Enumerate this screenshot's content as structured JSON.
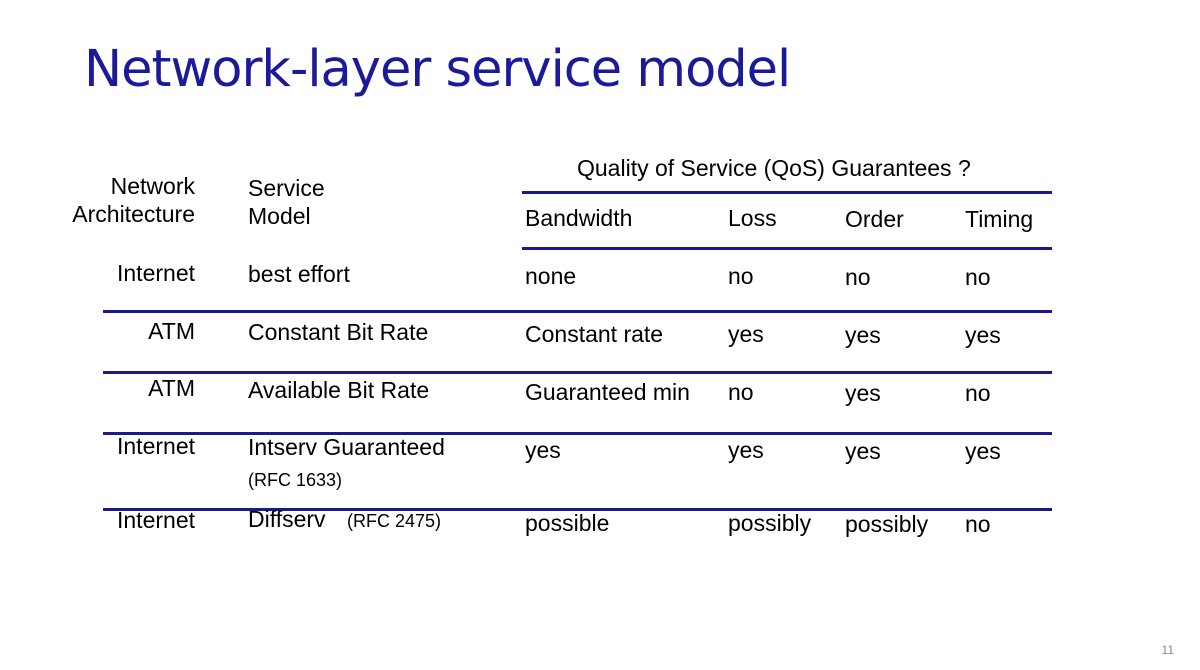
{
  "title": "Network-layer service model",
  "table": {
    "group_header": "Quality of Service (QoS) Guarantees ?",
    "headers": {
      "architecture": [
        "Network",
        "Architecture"
      ],
      "service_model": [
        "Service",
        "Model"
      ],
      "bandwidth": "Bandwidth",
      "loss": "Loss",
      "order": "Order",
      "timing": "Timing"
    },
    "rows": [
      {
        "architecture": "Internet",
        "service_model": "best effort",
        "bandwidth": "none",
        "loss": "no",
        "order": "no",
        "timing": "no"
      },
      {
        "architecture": "ATM",
        "service_model": "Constant Bit Rate",
        "bandwidth": "Constant rate",
        "loss": "yes",
        "order": "yes",
        "timing": "yes"
      },
      {
        "architecture": "ATM",
        "service_model": "Available Bit Rate",
        "bandwidth": "Guaranteed min",
        "loss": "no",
        "order": "yes",
        "timing": "no"
      },
      {
        "architecture": "Internet",
        "service_model": "Intserv Guaranteed",
        "service_note": "(RFC 1633)",
        "bandwidth": "yes",
        "loss": "yes",
        "order": "yes",
        "timing": "yes"
      },
      {
        "architecture": "Internet",
        "service_model": "Diffserv",
        "service_note": "(RFC 2475)",
        "bandwidth": "possible",
        "loss": "possibly",
        "order": "possibly",
        "timing": "no"
      }
    ]
  },
  "slide_number": "11",
  "colors": {
    "title": "#1a1a9a",
    "rules": "#1a1a8c",
    "text": "#000000"
  }
}
